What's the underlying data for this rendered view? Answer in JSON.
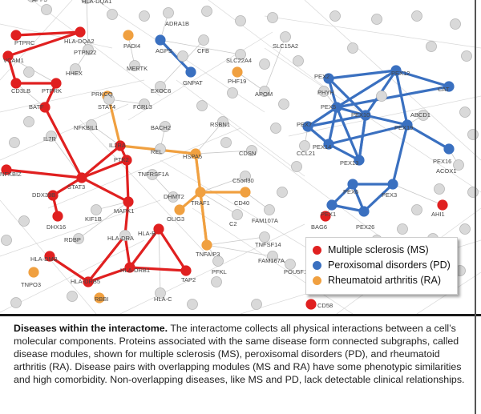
{
  "colors": {
    "ms": "#e02020",
    "pd": "#3a70c0",
    "ra": "#f0a040",
    "neutral_node": "#d9d9d9",
    "background_edge": "#c8c8c8"
  },
  "legend": [
    {
      "label": "Multiple sclerosis (MS)",
      "color": "#e02020"
    },
    {
      "label": "Peroxisomal disorders (PD)",
      "color": "#3a70c0"
    },
    {
      "label": "Rheumatoid arthritis (RA)",
      "color": "#f0a040"
    }
  ],
  "caption": {
    "title": "Diseases within the interactome.",
    "body": " The interactome collects all physical interactions between a cell’s molecular components. Proteins associated with the same disease form connected subgraphs, called disease modules, shown for multiple sclerosis (MS), peroxisomal disorders (PD), and rheumatoid arthritis (RA). Disease pairs with overlapping modules (MS and RA) have some phenotypic similarities and high comorbidity. Non-overlapping diseases, like MS and PD, lack detectable clinical relationships."
  },
  "network": {
    "node_labels": {
      "APF3": "APF3",
      "HLADQA1": "HLA-DQA1",
      "ADRA1B": "ADRA1B",
      "PTPRC": "PTPRC",
      "HLADQA2": "HLA-DQA2",
      "AGPS": "AGPS",
      "CFB": "CFB",
      "SLC15A2": "SLC15A2",
      "VCAM1": "VCAM1",
      "PTPN22": "PTPN22",
      "PADI4": "PADI4",
      "SLC22A4": "SLC22A4",
      "HHEX": "HHEX",
      "MERTK": "MERTK",
      "PHF19": "PHF19",
      "GNPAT": "GNPAT",
      "CD3LB": "CD3LB",
      "PTPRK": "PTPRK",
      "PRKCQ": "PRKCQ",
      "EXOC6": "EXOC6",
      "APOM": "APOM",
      "PEX2": "PEX2",
      "PEX12": "PEX12",
      "PHYH": "PHYH",
      "BATF": "BATF",
      "STAT4": "STAT4",
      "FCRL3": "FCRL3",
      "PEX5": "PEX5",
      "CAT": "CAT",
      "RSBN1": "RSBN1",
      "ABCD1": "ABCD1",
      "PEX10": "PEX10",
      "BACH2": "BACH2",
      "NFKBIL1": "NFKBIL1",
      "PEX7": "PEX7",
      "PEX19": "PEX19",
      "IL7R": "IL7R",
      "IL2RA": "IL2RA",
      "CDSN": "CDSN",
      "CCL21": "CCL21",
      "PEX14": "PEX14",
      "REL": "REL",
      "HSPA5": "HSPA5",
      "PEX13": "PEX13",
      "PEX16": "PEX16",
      "ACOX1": "ACOX1",
      "PTK2": "PTK2",
      "NFKBIZ": "NFKBIZ",
      "C5orf30": "C5orf30",
      "TNFRSF1A": "TNFRSF1A",
      "STAT3": "STAT3",
      "DHMT2": "DHMT2",
      "PEX6": "PEX6",
      "DDX39B": "DDX39B",
      "TRAF1": "TRAF1",
      "CD40": "CD40",
      "PEX3": "PEX3",
      "MAPK1": "MAPK1",
      "OLIG3": "OLIG3",
      "FAM107A": "FAM107A",
      "PEX1": "PEX1",
      "AHI1": "AHI1",
      "DHX16": "DHX16",
      "KIF1B": "KIF1B",
      "C2": "C2",
      "BAG6": "BAG6",
      "PEX26": "PEX26",
      "RDBP": "RDBP",
      "HLADRA": "HLA-DRA",
      "HLAB": "HLA-B",
      "TNFSF14": "TNFSF14",
      "HLADMB": "HLA-DMB",
      "HLADRB1": "HLA-DRB1",
      "TNFAIP3": "TNFAIP3",
      "FAM167A": "FAM167A",
      "TNPO3": "TNPO3",
      "HLADRB5": "HLA-DRB5",
      "TAP2": "TAP2",
      "PFKL": "PFKL",
      "POU5F1": "POU5F1",
      "RBBI": "RBBI",
      "HLAC": "HLA-C",
      "CD58": "CD58"
    }
  }
}
